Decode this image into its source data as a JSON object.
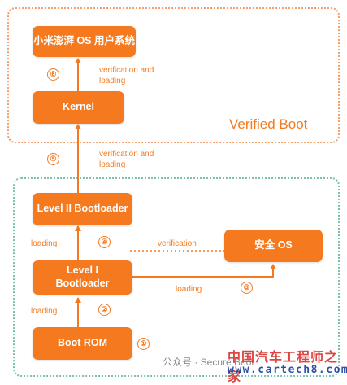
{
  "regions": {
    "verified_boot_title": "Verified Boot"
  },
  "boxes": {
    "os": "小米澎湃 OS 用户系统",
    "kernel": "Kernel",
    "level2": "Level II Bootloader",
    "level1": "Level I\nBootloader",
    "secure_os": "安全 OS",
    "boot_rom": "Boot ROM"
  },
  "labels": {
    "kernel_to_os": "verification and\nloading",
    "l2_to_kernel": "verification and\nloading",
    "l1_to_l2": "loading",
    "verification": "verification",
    "l1_to_secure": "loading",
    "rom_to_l1": "loading"
  },
  "steps": {
    "s1": "①",
    "s2": "②",
    "s3": "③",
    "s4": "④",
    "s5": "⑤",
    "s6": "⑥"
  },
  "footer": {
    "text": "公众号 · Secure Boot"
  },
  "watermark": {
    "line1": "中国汽车工程师之家",
    "line2": "www.cartech8.com"
  },
  "colors": {
    "accent": "#f57a1f",
    "verified_border": "#f4a06a",
    "secure_border": "#7cc1ad"
  }
}
